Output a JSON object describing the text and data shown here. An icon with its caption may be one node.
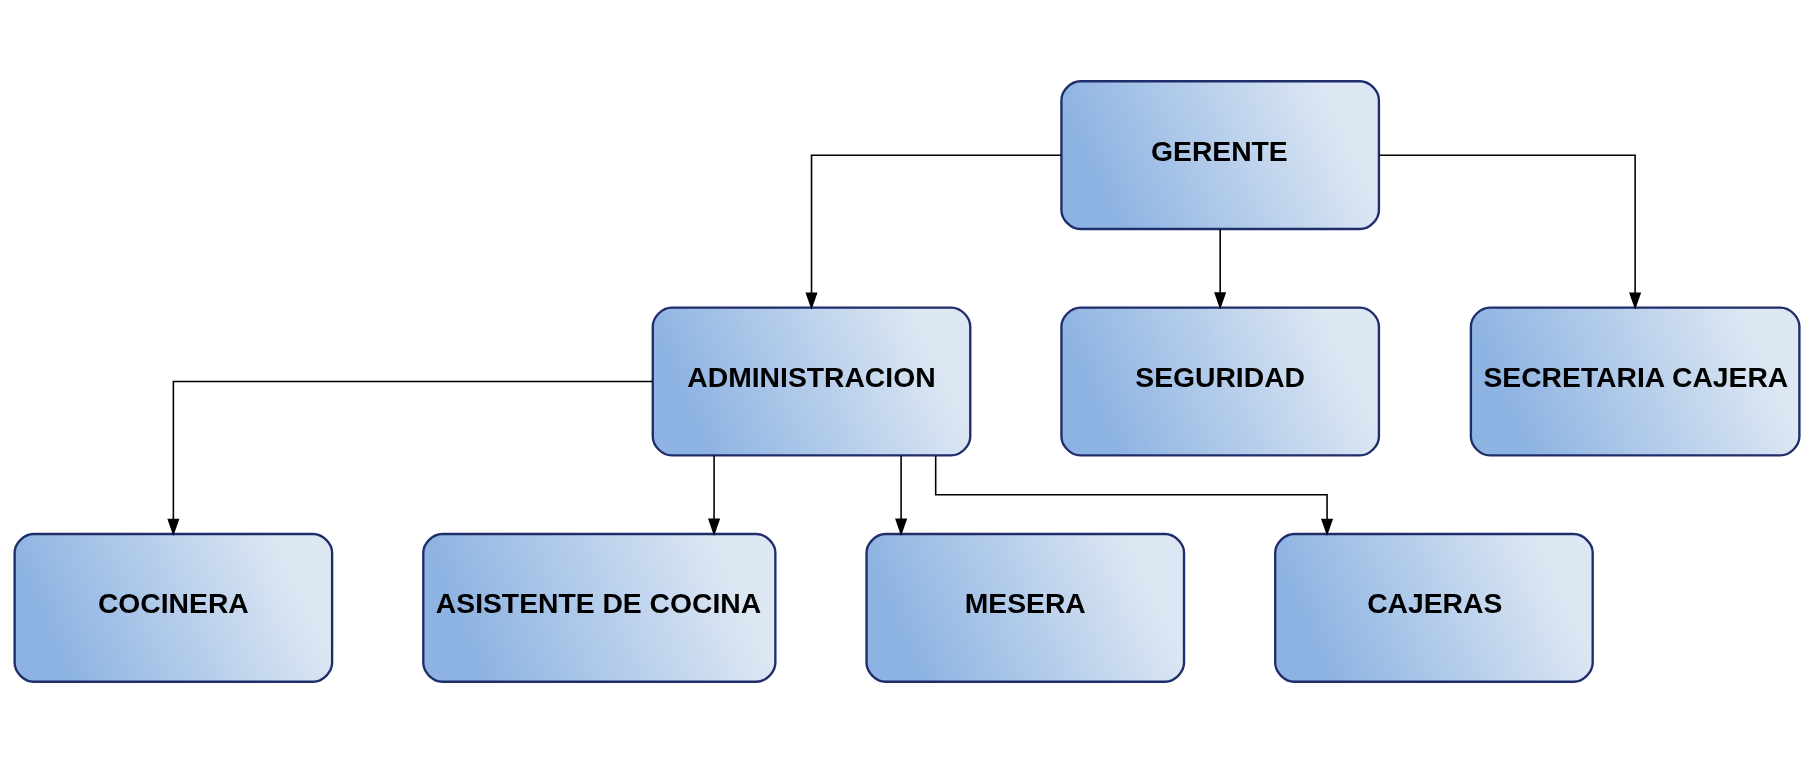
{
  "diagram": {
    "nodes": [
      {
        "text": [
          "GERENTE"
        ]
      },
      {
        "text": [
          "ADMINISTRACION"
        ]
      },
      {
        "text": [
          "SEGURIDAD"
        ]
      },
      {
        "text": [
          "SECRETARIA CAJERA"
        ]
      },
      {
        "text": [
          "COCINERA"
        ]
      },
      {
        "text": [
          "ASISTENTE DE COCINA"
        ]
      },
      {
        "text": [
          "MESERA"
        ]
      },
      {
        "text": [
          "CAJERAS"
        ]
      }
    ],
    "edges": [
      {
        "from": 0,
        "to": 1,
        "arrow": "to"
      },
      {
        "from": 0,
        "to": 2,
        "arrow": "to"
      },
      {
        "from": 0,
        "to": 3,
        "arrow": "to"
      },
      {
        "from": 1,
        "to": 4,
        "arrow": "to"
      },
      {
        "from": 1,
        "to": 5,
        "arrow": "to"
      },
      {
        "from": 1,
        "to": 6,
        "arrow": "to"
      },
      {
        "from": 1,
        "to": 7,
        "arrow": "to"
      }
    ]
  }
}
